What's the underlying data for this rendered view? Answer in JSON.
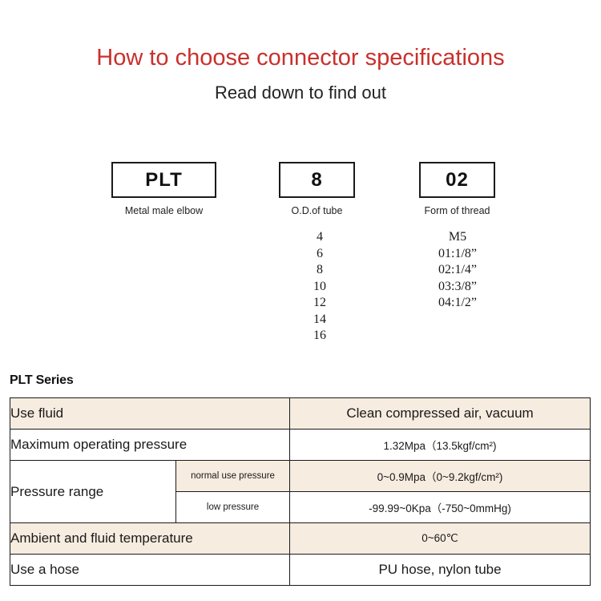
{
  "header": {
    "title": "How to choose connector specifications",
    "subtitle": "Read down to find out",
    "title_color": "#c9302c"
  },
  "part_code": {
    "segments": [
      {
        "code": "PLT",
        "caption": "Metal male elbow"
      },
      {
        "code": "8",
        "caption": "O.D.of tube"
      },
      {
        "code": "02",
        "caption": "Form of thread"
      }
    ],
    "od_options": [
      "4",
      "6",
      "8",
      "10",
      "12",
      "14",
      "16"
    ],
    "thread_options": [
      "M5",
      "01:1/8”",
      "02:1/4”",
      "03:3/8”",
      "04:1/2”"
    ]
  },
  "spec": {
    "heading": "PLT Series",
    "row_fill_beige": "#f7ece0",
    "rows": [
      {
        "label": "Use fluid",
        "value": "Clean compressed air, vacuum"
      },
      {
        "label": "Maximum operating pressure",
        "value": "1.32Mpa（13.5kgf/cm²)"
      },
      {
        "label": "Pressure range",
        "sub1_label": "normal use pressure",
        "sub1_value": "0~0.9Mpa（0~9.2kgf/cm²)",
        "sub2_label": "low pressure",
        "sub2_value": "-99.99~0Kpa（-750~0mmHg)"
      },
      {
        "label": "Ambient and fluid temperature",
        "value": "0~60℃"
      },
      {
        "label": "Use a hose",
        "value": "PU hose, nylon tube"
      }
    ]
  }
}
